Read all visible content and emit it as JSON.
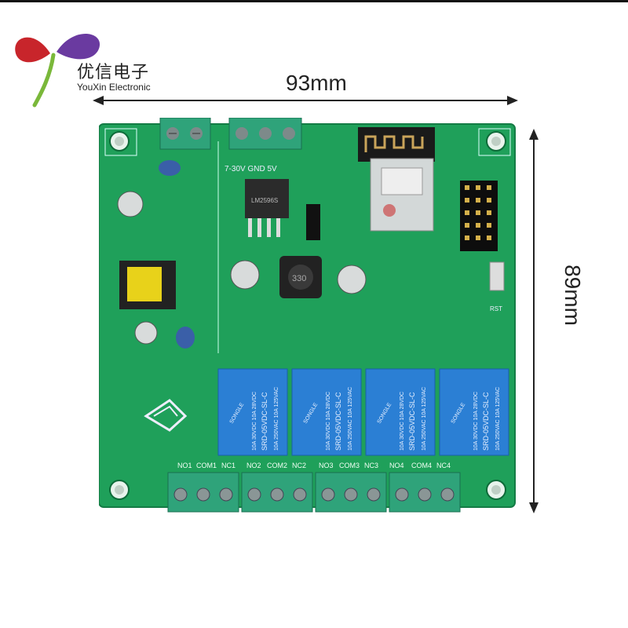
{
  "brand": {
    "name_cn": "优信电子",
    "name_en": "YouXin Electronic"
  },
  "dimensions": {
    "width": "93mm",
    "height": "89mm"
  },
  "board": {
    "power_label": "7-30V GND 5V",
    "relays": [
      {
        "brand": "SONGLE",
        "model": "SRD-05VDC-SL-C",
        "rating1": "10A 250VAC 10A 125VAC",
        "rating2": "10A 30VDC 10A 28VDC"
      },
      {
        "brand": "SONGLE",
        "model": "SRD-05VDC-SL-C",
        "rating1": "10A 250VAC 10A 125VAC",
        "rating2": "10A 30VDC 10A 28VDC"
      },
      {
        "brand": "SONGLE",
        "model": "SRD-05VDC-SL-C",
        "rating1": "10A 250VAC 10A 125VAC",
        "rating2": "10A 30VDC 10A 28VDC"
      },
      {
        "brand": "SONGLE",
        "model": "SRD-05VDC-SL-C",
        "rating1": "10A 250VAC 10A 125VAC",
        "rating2": "10A 30VDC 10A 28VDC"
      }
    ],
    "terminal_labels": [
      [
        "NO1",
        "COM1",
        "NC1"
      ],
      [
        "NO2",
        "COM2",
        "NC2"
      ],
      [
        "NO3",
        "COM3",
        "NC3"
      ],
      [
        "NO4",
        "COM4",
        "NC4"
      ]
    ],
    "regulator_text": "LM2596S",
    "inductor_text": "330",
    "rst_label": "RST"
  },
  "colors": {
    "pcb": "#1fa05a",
    "pcb_dark": "#158a49",
    "terminal": "#2fa37a",
    "relay": "#2b7fd4",
    "logo_red": "#c8252b",
    "logo_purple": "#6a3aa0",
    "logo_green": "#7ab83a"
  }
}
